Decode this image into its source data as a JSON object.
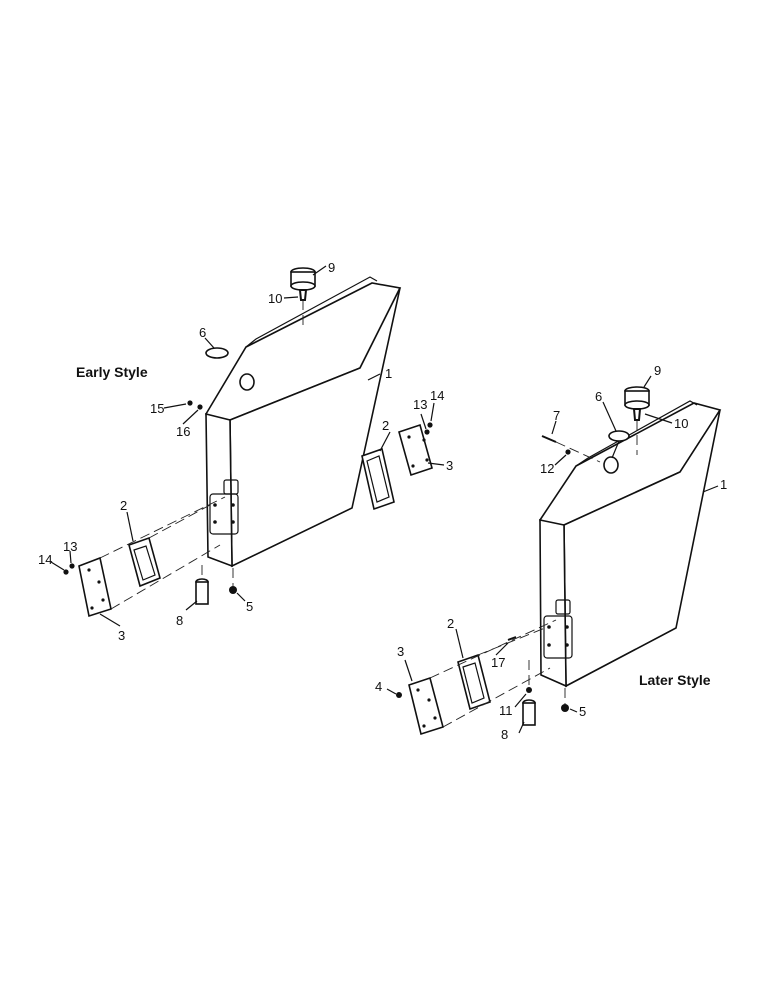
{
  "titles": {
    "early": "Early Style",
    "later": "Later Style"
  },
  "early_callouts": [
    "1",
    "2",
    "2",
    "3",
    "3",
    "5",
    "6",
    "8",
    "9",
    "10",
    "13",
    "13",
    "14",
    "14",
    "15",
    "16"
  ],
  "later_callouts": [
    "1",
    "2",
    "3",
    "4",
    "5",
    "6",
    "7",
    "8",
    "9",
    "10",
    "11",
    "12",
    "17"
  ]
}
